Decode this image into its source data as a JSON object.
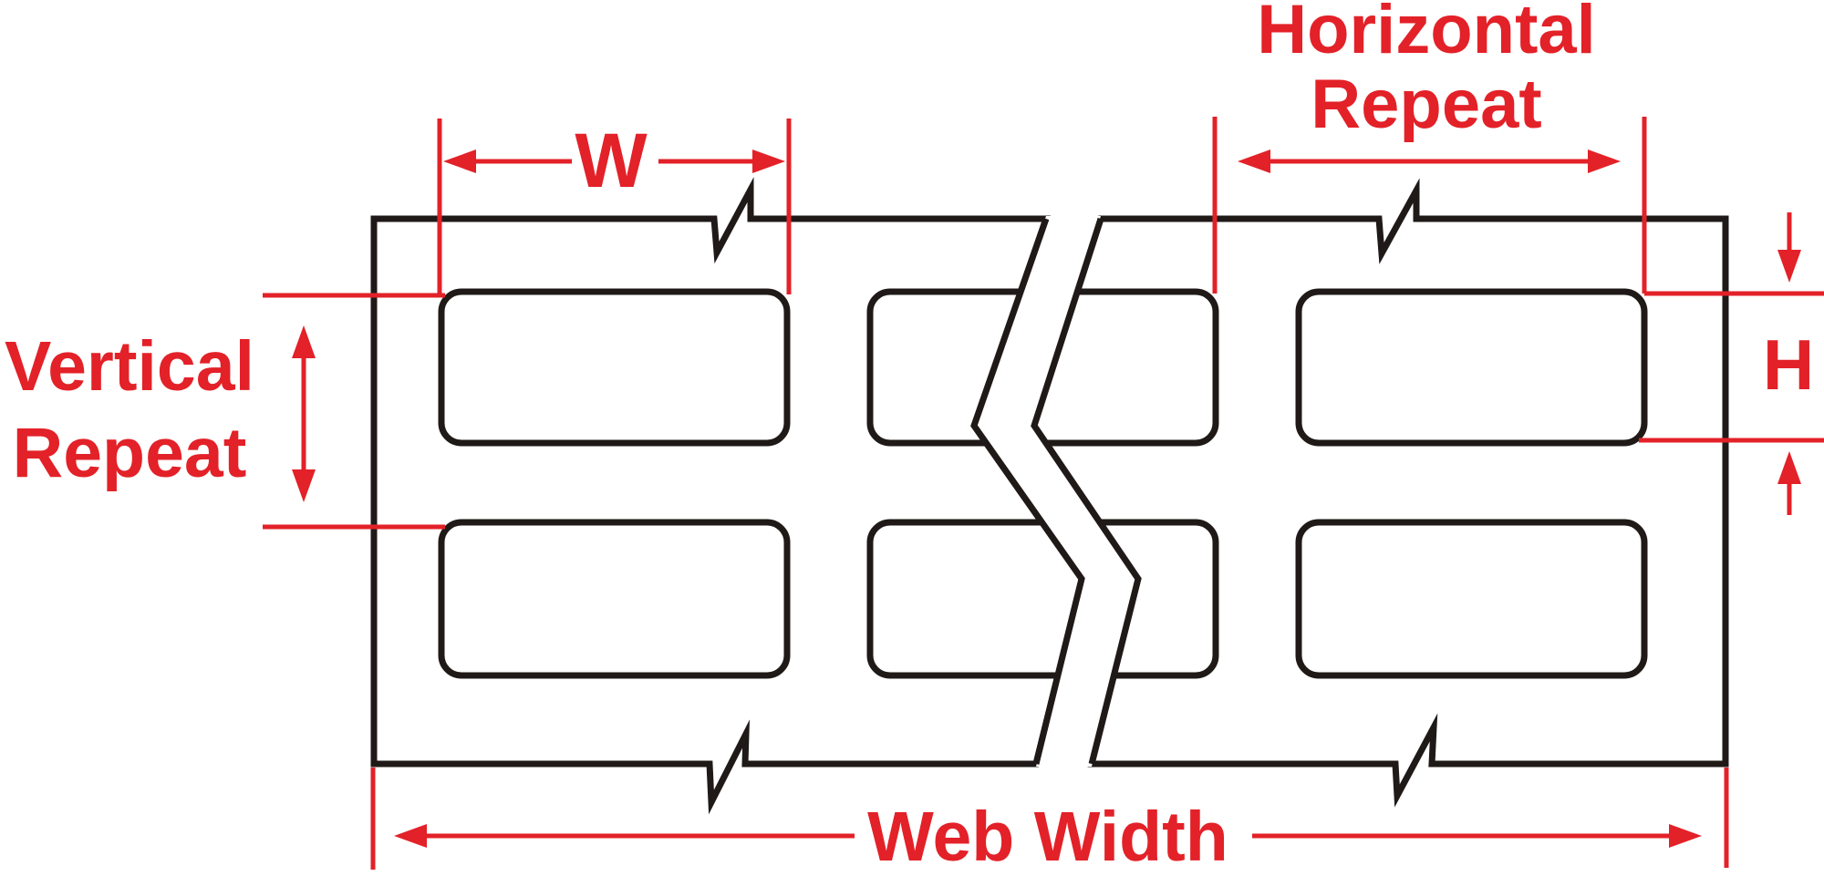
{
  "diagram": {
    "description": "Die-cut label web dimension diagram",
    "background": "#ffffff",
    "outline_color": "#1f1a17",
    "annotation_color": "#e32128",
    "annotations": {
      "width": "W",
      "height": "H",
      "horizontal_repeat_line1": "Horizontal",
      "horizontal_repeat_line2": "Repeat",
      "vertical_repeat_line1": "Vertical",
      "vertical_repeat_line2": "Repeat",
      "web_width": "Web Width"
    },
    "structure": {
      "label_rows": 2,
      "labels_visible_per_row": 3,
      "has_break_marks": true
    }
  }
}
